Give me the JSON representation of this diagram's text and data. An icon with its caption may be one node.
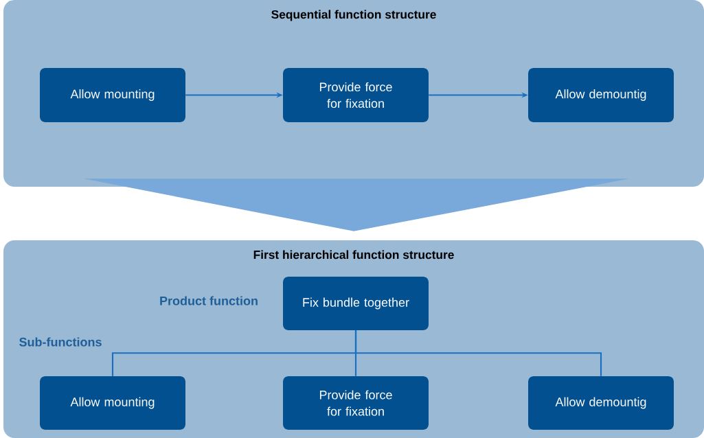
{
  "diagram": {
    "nodes": [
      {
        "text": [
          "Sequential function structure"
        ]
      },
      {
        "text": [
          "Allow mounting"
        ],
        "in": 0
      },
      {
        "text": [
          "Provide force for fixation"
        ],
        "in": 0
      },
      {
        "text": [
          "Allow demountig"
        ],
        "in": 0
      },
      {
        "text": [
          "First hierarchical function structure"
        ]
      },
      {
        "text": [
          "Fix bundle together"
        ],
        "in": 4
      },
      {
        "text": [
          "Allow mounting"
        ],
        "in": 4
      },
      {
        "text": [
          "Provide force for fixation"
        ],
        "in": 4
      },
      {
        "text": [
          "Allow demountig"
        ],
        "in": 4
      }
    ],
    "edges": [
      {
        "from": 1,
        "to": 2,
        "arrow": "to"
      },
      {
        "from": 2,
        "to": 3,
        "arrow": "to"
      },
      {
        "from": 0,
        "to": 4,
        "arrow": "to",
        "style": "thick",
        "color": "#79a9da"
      },
      {
        "from": 5,
        "to": 6,
        "arrow": "none"
      },
      {
        "from": 5,
        "to": 7,
        "arrow": "none"
      },
      {
        "from": 5,
        "to": 8,
        "arrow": "none"
      }
    ],
    "labels": [
      "Product function",
      "Sub-functions"
    ]
  }
}
